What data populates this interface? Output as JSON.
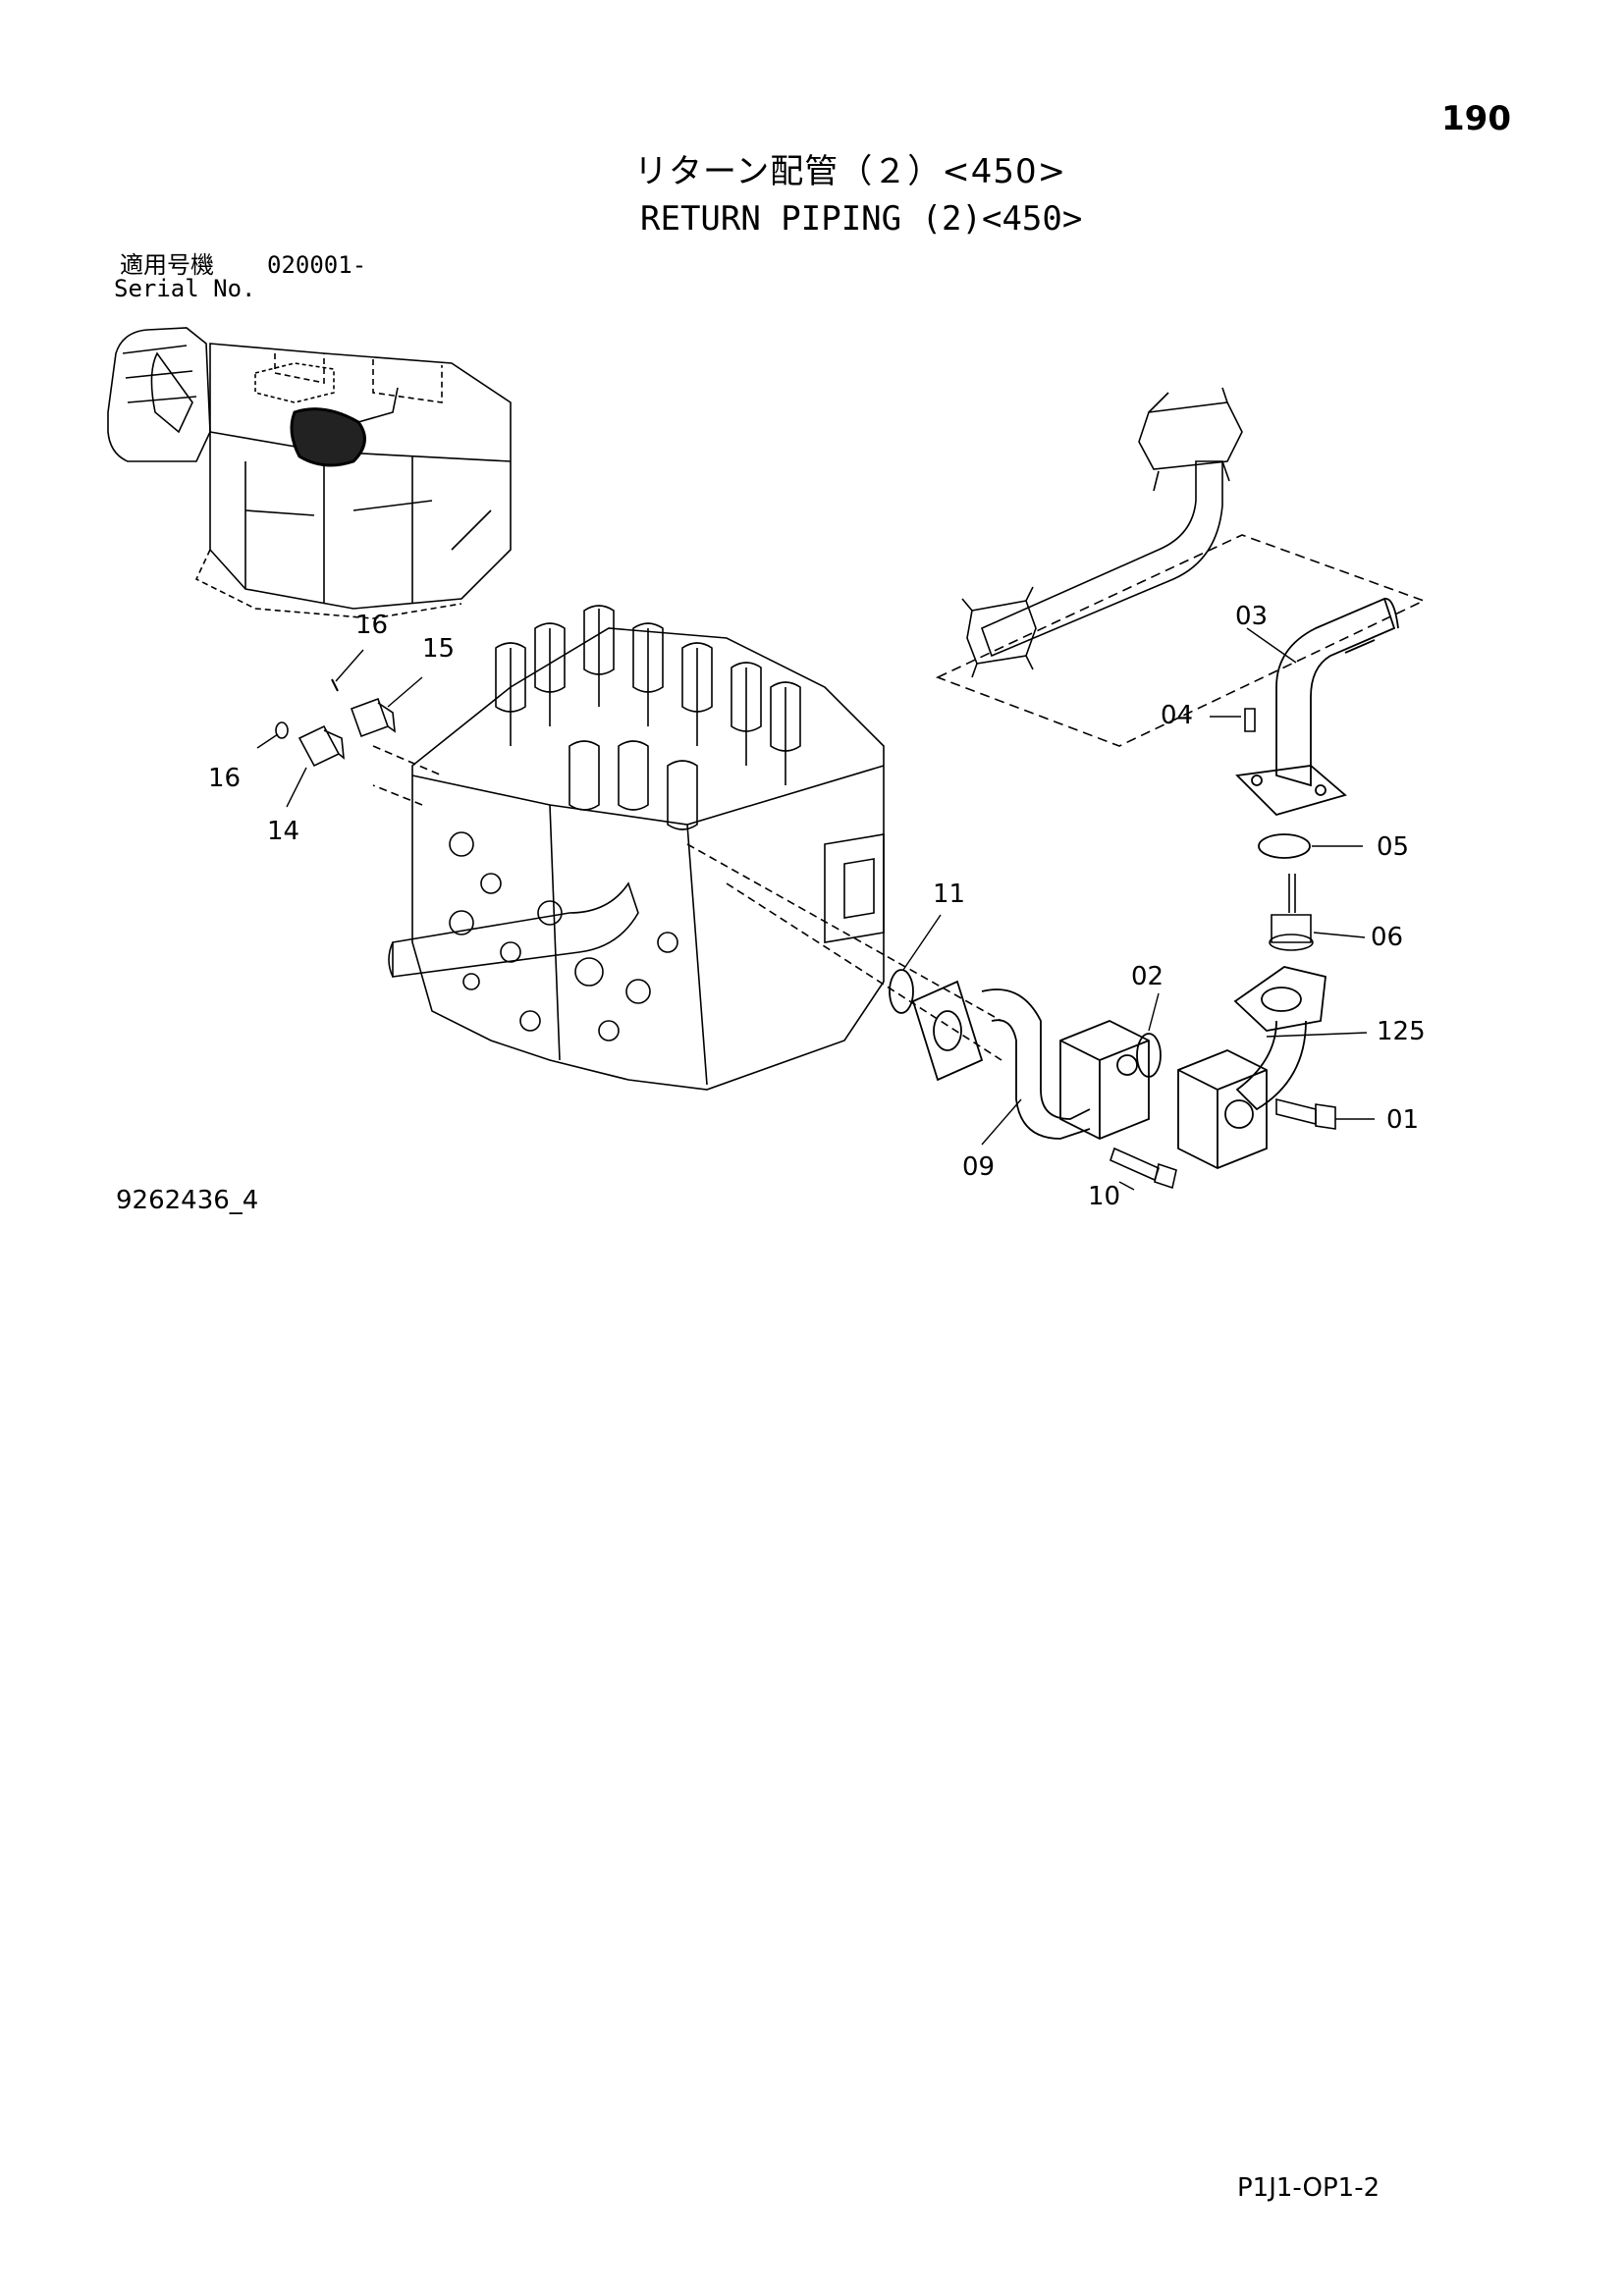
{
  "page": {
    "page_number": "190",
    "title_jp": "リターン配管（２）<450>",
    "title_en": "RETURN PIPING (2)<450>",
    "serial_label_jp": "適用号機",
    "serial_value": "020001-",
    "serial_label_en": "Serial No.",
    "figure_number": "9262436_4",
    "page_code": "P1J1-OP1-2"
  },
  "callouts": {
    "c16a": "16",
    "c15": "15",
    "c16b": "16",
    "c14": "14",
    "c03": "03",
    "c04": "04",
    "c05": "05",
    "c06": "06",
    "c11": "11",
    "c02": "02",
    "c125": "125",
    "c01": "01",
    "c09": "09",
    "c10": "10"
  }
}
